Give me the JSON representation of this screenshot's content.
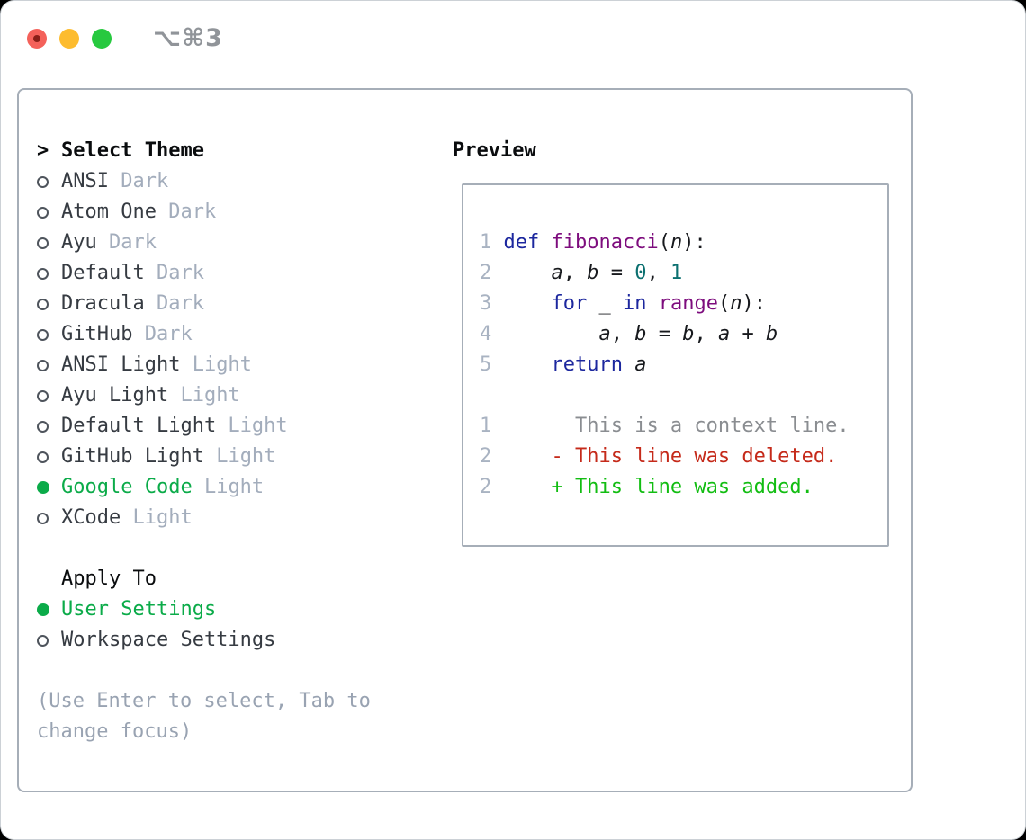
{
  "window": {
    "title": "⌥⌘3",
    "traffic_lights": [
      "close",
      "minimize",
      "zoom"
    ]
  },
  "select_theme": {
    "prompt": ">",
    "header": "Select Theme",
    "items": [
      {
        "name": "ANSI",
        "variant": "Dark",
        "selected": false
      },
      {
        "name": "Atom One",
        "variant": "Dark",
        "selected": false
      },
      {
        "name": "Ayu",
        "variant": "Dark",
        "selected": false
      },
      {
        "name": "Default",
        "variant": "Dark",
        "selected": false
      },
      {
        "name": "Dracula",
        "variant": "Dark",
        "selected": false
      },
      {
        "name": "GitHub",
        "variant": "Dark",
        "selected": false
      },
      {
        "name": "ANSI Light",
        "variant": "Light",
        "selected": false
      },
      {
        "name": "Ayu Light",
        "variant": "Light",
        "selected": false
      },
      {
        "name": "Default Light",
        "variant": "Light",
        "selected": false
      },
      {
        "name": "GitHub Light",
        "variant": "Light",
        "selected": false
      },
      {
        "name": "Google Code",
        "variant": "Light",
        "selected": true
      },
      {
        "name": "XCode",
        "variant": "Light",
        "selected": false
      }
    ]
  },
  "apply_to": {
    "header": "Apply To",
    "options": [
      {
        "label": "User Settings",
        "selected": true
      },
      {
        "label": "Workspace Settings",
        "selected": false
      }
    ]
  },
  "hint": "(Use Enter to select, Tab to change focus)",
  "preview": {
    "header": "Preview",
    "lines": [
      {
        "num": "1",
        "tokens": [
          [
            "kw",
            "def"
          ],
          [
            "pl",
            " "
          ],
          [
            "fn",
            "fibonacci"
          ],
          [
            "pl",
            "("
          ],
          [
            "vr",
            "n"
          ],
          [
            "pl",
            "):"
          ]
        ]
      },
      {
        "num": "2",
        "tokens": [
          [
            "pl",
            "    "
          ],
          [
            "vr",
            "a"
          ],
          [
            "pl",
            ", "
          ],
          [
            "vr",
            "b"
          ],
          [
            "pl",
            " = "
          ],
          [
            "nm",
            "0"
          ],
          [
            "pl",
            ", "
          ],
          [
            "nm",
            "1"
          ]
        ]
      },
      {
        "num": "3",
        "tokens": [
          [
            "pl",
            "    "
          ],
          [
            "kw",
            "for"
          ],
          [
            "pl",
            " _ "
          ],
          [
            "kw",
            "in"
          ],
          [
            "pl",
            " "
          ],
          [
            "fn",
            "range"
          ],
          [
            "pl",
            "("
          ],
          [
            "vr",
            "n"
          ],
          [
            "pl",
            "):"
          ]
        ]
      },
      {
        "num": "4",
        "tokens": [
          [
            "pl",
            "        "
          ],
          [
            "vr",
            "a"
          ],
          [
            "pl",
            ", "
          ],
          [
            "vr",
            "b"
          ],
          [
            "pl",
            " = "
          ],
          [
            "vr",
            "b"
          ],
          [
            "pl",
            ", "
          ],
          [
            "vr",
            "a"
          ],
          [
            "pl",
            " + "
          ],
          [
            "vr",
            "b"
          ]
        ]
      },
      {
        "num": "5",
        "tokens": [
          [
            "pl",
            "    "
          ],
          [
            "kw",
            "return"
          ],
          [
            "pl",
            " "
          ],
          [
            "vr",
            "a"
          ]
        ]
      },
      {
        "num": "",
        "tokens": []
      },
      {
        "num": "1",
        "tokens": [
          [
            "cx",
            "      This is a context line."
          ]
        ]
      },
      {
        "num": "2",
        "tokens": [
          [
            "de",
            "    - This line was deleted."
          ]
        ]
      },
      {
        "num": "2",
        "tokens": [
          [
            "ad",
            "    + This line was added."
          ]
        ]
      }
    ]
  },
  "colors": {
    "accent_selected_green": "#0bab49",
    "added_green": "#12bd12",
    "deleted_red": "#c52a1a",
    "keyword_blue": "#1c279e",
    "function_purple": "#7d0c7d",
    "number_teal": "#0c7070",
    "variant_muted_gray": "#a3adbc",
    "context_gray": "#8a8d91",
    "line_number_gray": "#a9b3c2",
    "panel_border_gray": "#a6aeb8",
    "traffic_red": "#f4615a",
    "traffic_yellow": "#fdbc2f",
    "traffic_green": "#27c93f"
  }
}
